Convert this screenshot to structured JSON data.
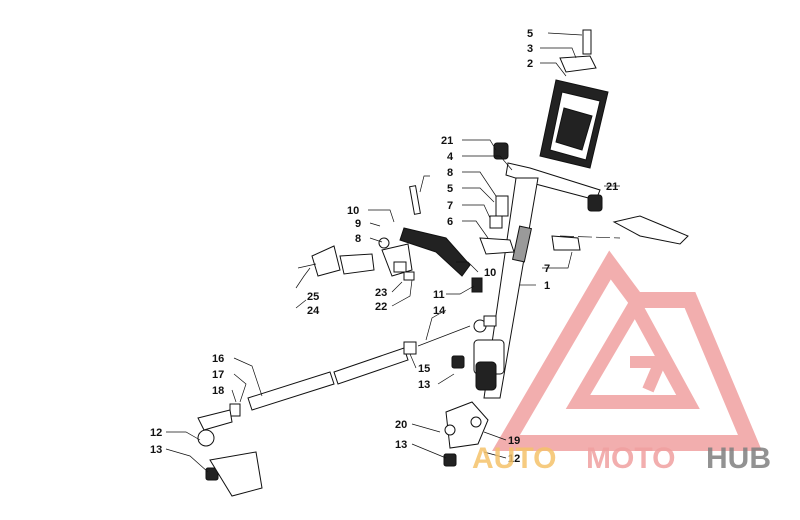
{
  "callouts": {
    "c5_top": "5",
    "c3": "3",
    "c2": "2",
    "c21_left": "21",
    "c4": "4",
    "c8_upper": "8",
    "c5_mid": "5",
    "c7_upper": "7",
    "c6": "6",
    "c21_right": "21",
    "c10_left": "10",
    "c9": "9",
    "c8_left": "8",
    "c10_right": "10",
    "c7_right": "7",
    "c1": "1",
    "c25": "25",
    "c24": "24",
    "c23": "23",
    "c22": "22",
    "c11": "11",
    "c14": "14",
    "c15": "15",
    "c13_mid": "13",
    "c16": "16",
    "c17": "17",
    "c18": "18",
    "c12_left": "12",
    "c13_left": "13",
    "c20": "20",
    "c19": "19",
    "c13_bottom": "13",
    "c12_bottom": "12"
  },
  "watermark": {
    "text_part1": "AUTO",
    "text_part2": "MOTO",
    "text_part3": "HUB",
    "color_primary": "#f0a0a0",
    "color_accent": "#f5c36a",
    "color_dark": "#808080"
  }
}
